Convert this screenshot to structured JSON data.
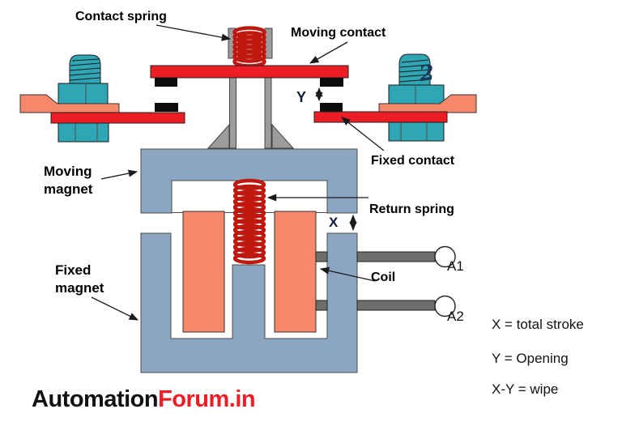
{
  "colors": {
    "contact_red": "#EE1C25",
    "copper_salmon": "#F5886B",
    "bolt_teal": "#2FA6B4",
    "magnet_steel": "#8CA5C0",
    "spring_red": "#C0170F",
    "hardware_gray": "#9C9C9C",
    "terminal_gray": "#6E6E6E",
    "label_black": "#000000",
    "brand_red": "#EE1C24"
  },
  "labels": {
    "contact_spring": "Contact spring",
    "moving_contact": "Moving contact",
    "fixed_contact": "Fixed contact",
    "moving_magnet": {
      "line1": "Moving",
      "line2": "magnet"
    },
    "fixed_magnet": {
      "line1": "Fixed",
      "line2": "magnet"
    },
    "return_spring": "Return spring",
    "coil": "Coil",
    "dim_x": "X",
    "dim_y": "Y",
    "bolt_mark": "2"
  },
  "terminals": {
    "a1": "A1",
    "a2": "A2"
  },
  "legend": {
    "x": "X = total stroke",
    "y": "Y = Opening",
    "xy": "X-Y = wipe"
  },
  "branding": {
    "black_part": "Automation",
    "red_part": "Forum.in"
  }
}
